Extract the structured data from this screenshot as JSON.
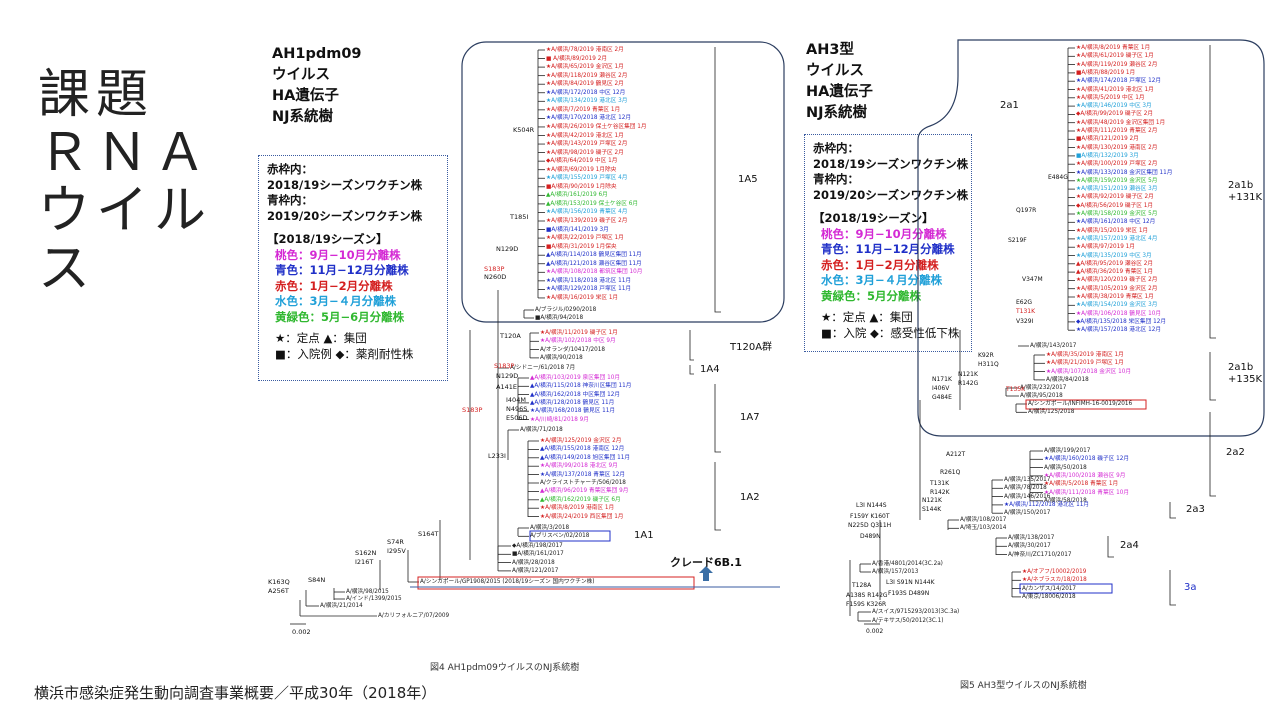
{
  "slide": {
    "title": "課題\nＲＮＡ\nウイルス",
    "source": "横浜市感染症発生動向調査事業概要／平成30年（2018年）"
  },
  "left": {
    "heading": "AH1pdm09\nウイルス\nHA遺伝子\nNJ系統樹",
    "legend": {
      "l1": "赤枠内：",
      "l2": "2018/19シーズンワクチン株",
      "l3": "青枠内：",
      "l4": "2019/20シーズンワクチン株",
      "season": "【2018/19シーズン】",
      "c1": "桃色：9月−10月分離株",
      "c2": "青色：11月−12月分離株",
      "c3": "赤色：1月−2月分離株",
      "c4": "水色：3月−４月分離株",
      "c5": "黄緑色：5月−6月分離株",
      "m1": "★：定点 ▲：集団",
      "m2": "■：入院例 ◆：薬剤耐性株"
    },
    "caption": "図4 AH1pdm09ウイルスのNJ系統樹",
    "clades": {
      "a5": "1A5",
      "t120": "T120A群",
      "a4": "1A4",
      "a7": "1A7",
      "a2": "1A2",
      "a1": "1A1",
      "clade": "クレード6B.1"
    },
    "nodes": {
      "k504r": "K504R",
      "t185i": "T185I",
      "n129d": "N129D",
      "s183p1": "S183P",
      "n260d": "N260D",
      "t120a": "T120A",
      "s183p2": "S183P",
      "s183p3": "S183P",
      "s164t": "S164T",
      "s74r": "S74R",
      "i295v": "I295V",
      "s162n": "S162N",
      "i216t": "I216T",
      "s84n": "S84N",
      "k163q": "K163Q",
      "a256t": "A256T",
      "l233i": "L233I",
      "n129d2": "N129D",
      "a141e": "A141E",
      "i404m": "I404M",
      "n496s": "N496S",
      "e506d": "E506D"
    },
    "scale": "0.002",
    "leaves": [
      {
        "t": "★A/横浜/78/2019 港南区 2月",
        "c": "#d42020"
      },
      {
        "t": "■ A/横浜/89/2019 2月",
        "c": "#d42020"
      },
      {
        "t": "★A/横浜/65/2019 金沢区 1月",
        "c": "#d42020"
      },
      {
        "t": "★A/横浜/118/2019 瀬谷区 2月",
        "c": "#d42020"
      },
      {
        "t": "★A/横浜/84/2019 鶴見区 2月",
        "c": "#d42020"
      },
      {
        "t": "★A/横浜/172/2018 中区 12月",
        "c": "#2030c8"
      },
      {
        "t": "★A/横浜/134/2019 港北区 3月",
        "c": "#20a0d8"
      },
      {
        "t": "★A/横浜/7/2019 青葉区 1月",
        "c": "#d42020"
      },
      {
        "t": "★A/横浜/170/2018 港北区 12月",
        "c": "#2030c8"
      },
      {
        "t": "★A/横浜/26/2019 保土ケ谷区集団 1月",
        "c": "#d42020"
      },
      {
        "t": "★A/横浜/42/2019 港北区 1月",
        "c": "#d42020"
      },
      {
        "t": "★A/横浜/143/2019 戸塚区 2月",
        "c": "#d42020"
      },
      {
        "t": "★A/横浜/98/2019 磯子区 2月",
        "c": "#d42020"
      },
      {
        "t": "◆A/横浜/64/2019 中区 1月",
        "c": "#d42020"
      },
      {
        "t": "★A/横浜/69/2019 1月除央",
        "c": "#d42020"
      },
      {
        "t": "★A/横浜/155/2019 戸塚区 4月",
        "c": "#20a0d8"
      },
      {
        "t": "■A/横浜/90/2019 1月除央",
        "c": "#d42020"
      },
      {
        "t": "▲A/横浜/161/2019 6月",
        "c": "#30b830"
      },
      {
        "t": "▲A/横浜/153/2019 保土ケ谷区 6月",
        "c": "#30b830"
      },
      {
        "t": "★A/横浜/156/2019 青葉区 4月",
        "c": "#20a0d8"
      },
      {
        "t": "★A/横浜/139/2019 磯子区 2月",
        "c": "#d42020"
      },
      {
        "t": "■A/横浜/141/2019 3月",
        "c": "#2030c8"
      },
      {
        "t": "★A/横浜/22/2019 戸塚区 1月",
        "c": "#d42020"
      },
      {
        "t": "■A/横浜/31/2019 1月保央",
        "c": "#d42020"
      },
      {
        "t": "▲A/横浜/114/2018 鶴見区集団 11月",
        "c": "#2030c8"
      },
      {
        "t": "▲A/横浜/121/2018 瀬谷区集団 11月",
        "c": "#2030c8"
      },
      {
        "t": "★A/横浜/108/2018 都筑区集団 10月",
        "c": "#d42ad4"
      },
      {
        "t": "★A/横浜/118/2018 港北区 11月",
        "c": "#2030c8"
      },
      {
        "t": "★A/横浜/129/2018 戸塚区 11月",
        "c": "#2030c8"
      },
      {
        "t": "★A/横浜/16/2019 栄区 1月",
        "c": "#d42020"
      },
      {
        "t": "A/ブラジル/0290/2018",
        "c": "#222"
      },
      {
        "t": "■A/横浜/94/2018",
        "c": "#222"
      },
      {
        "t": "★A/横浜/11/2019 磯子区 1月",
        "c": "#d42020"
      },
      {
        "t": "★A/横浜/102/2018 中区 9月",
        "c": "#d42ad4"
      },
      {
        "t": "A/オランダ/10417/2018",
        "c": "#222"
      },
      {
        "t": "A/横浜/90/2018",
        "c": "#222"
      },
      {
        "t": "A/シドニー/61/2018 7月",
        "c": "#222"
      },
      {
        "t": "▲A/横浜/103/2019 泉区集団 10月",
        "c": "#d42ad4"
      },
      {
        "t": "▲A/横浜/115/2018 神奈川区集団 11月",
        "c": "#2030c8"
      },
      {
        "t": "▲A/横浜/162/2018 中区集団 12月",
        "c": "#2030c8"
      },
      {
        "t": "▲A/横浜/128/2018 鶴見区 11月",
        "c": "#2030c8"
      },
      {
        "t": "★A/横浜/168/2018 鶴見区 11月",
        "c": "#2030c8"
      },
      {
        "t": "★A/川崎/81/2018 9月",
        "c": "#d42ad4"
      },
      {
        "t": "A/横浜/71/2018",
        "c": "#222"
      },
      {
        "t": "★A/横浜/125/2019 金沢区 2月",
        "c": "#d42020"
      },
      {
        "t": "▲A/横浜/155/2018 港南区 12月",
        "c": "#2030c8"
      },
      {
        "t": "▲A/横浜/149/2018 旭区集団 11月",
        "c": "#2030c8"
      },
      {
        "t": "★A/横浜/99/2018 港北区 9月",
        "c": "#d42ad4"
      },
      {
        "t": "★A/横浜/137/2018 青葉区 12月",
        "c": "#2030c8"
      },
      {
        "t": "A/クライストチャーチ/506/2018",
        "c": "#222"
      },
      {
        "t": "▲A/横浜/96/2019 青葉区集団 9月",
        "c": "#d42ad4"
      },
      {
        "t": "▲A/横浜/162/2019 磯子区 6月",
        "c": "#30b830"
      },
      {
        "t": "★A/横浜/8/2019 港南区 1月",
        "c": "#d42020"
      },
      {
        "t": "★A/横浜/24/2019 西区集団 1月",
        "c": "#d42020"
      },
      {
        "t": "A/横浜/3/2018",
        "c": "#222"
      },
      {
        "t": "A/ブリスベン/02/2018",
        "c": "#222"
      },
      {
        "t": "◆A/横浜/198/2017",
        "c": "#222"
      },
      {
        "t": "■A/横浜/161/2017",
        "c": "#222"
      },
      {
        "t": "A/横浜/28/2018",
        "c": "#222"
      },
      {
        "t": "A/横浜/121/2017",
        "c": "#222"
      },
      {
        "t": "A/シンガポール/GP1908/2015 (2018/19シーズン 国内ワクチン株)",
        "c": "#222"
      },
      {
        "t": "A/横浜/98/2015",
        "c": "#222"
      },
      {
        "t": "A/インド/1399/2015",
        "c": "#222"
      },
      {
        "t": "A/横浜/21/2014",
        "c": "#222"
      },
      {
        "t": "A/カリフォルニア/07/2009",
        "c": "#222"
      }
    ]
  },
  "right": {
    "heading": "AH3型\nウイルス\nHA遺伝子\nNJ系統樹",
    "legend": {
      "l1": "赤枠内：",
      "l2": "2018/19シーズンワクチン株",
      "l3": "青枠内：",
      "l4": "2019/20シーズンワクチン株",
      "season": "【2018/19シーズン】",
      "c1": "桃色：9月−10月分離株",
      "c2": "青色：11月−12月分離株",
      "c3": "赤色：1月−2月分離株",
      "c4": "水色：3月−４月分離株",
      "c5": "黄緑色：5月分離株",
      "m1": "★：定点 ▲：集団",
      "m2": "■：入院 ◆：感受性低下株"
    },
    "caption": "図5 AH3型ウイルスのNJ系統樹",
    "clades": {
      "a1": "2a1",
      "a1b": "2a1b\n+131K",
      "a1b135": "2a1b\n+135K",
      "a2": "2a2",
      "a3": "2a3",
      "a4": "2a4",
      "c3a": "3a"
    },
    "nodes": {
      "e484g": "E484G",
      "q197r": "Q197R",
      "s219f": "S219F",
      "v347m": "V347M",
      "e62g": "E62G",
      "t131k": "T131K",
      "v329i": "V329I",
      "k92r": "K92R",
      "h311q": "H311Q",
      "n121k": "N121K",
      "r142g": "R142G",
      "t135k": "T135K",
      "n171k": "N171K",
      "i406v": "I406V",
      "g484e": "G484E",
      "a212t": "A212T",
      "r261q": "R261Q",
      "t131k2": "T131K",
      "r142k": "R142K",
      "l3i": "L3I N144S",
      "f159y": "F159Y K160T",
      "n225d": "N225D Q311H",
      "d489n": "D489N",
      "n121k2": "N121K",
      "s144k": "S144K",
      "t128a": "T128A",
      "a138s": "A138S R142G",
      "f159s": "F159S K326R",
      "l3i2": "L3I S91N N144K",
      "f193s": "F193S D489N"
    },
    "scale": "0.002",
    "leaves": [
      {
        "t": "★A/横浜/8/2019 青葉区 1月",
        "c": "#d42020"
      },
      {
        "t": "★A/横浜/61/2019 磯子区 1月",
        "c": "#d42020"
      },
      {
        "t": "★A/横浜/119/2019 瀬谷区 2月",
        "c": "#d42020"
      },
      {
        "t": "■A/横浜/88/2019 1月",
        "c": "#d42020"
      },
      {
        "t": "★A/横浜/174/2018 戸塚区 12月",
        "c": "#2030c8"
      },
      {
        "t": "★A/横浜/41/2019 港北区 1月",
        "c": "#d42020"
      },
      {
        "t": "★A/横浜/5/2019 中区 1月",
        "c": "#d42020"
      },
      {
        "t": "★A/横浜/146/2019 中区 3月",
        "c": "#20a0d8"
      },
      {
        "t": "◆A/横浜/99/2019 磯子区 2月",
        "c": "#d42020"
      },
      {
        "t": "★A/横浜/48/2019 金沢区集団 1月",
        "c": "#d42020"
      },
      {
        "t": "★A/横浜/111/2019 青葉区 2月",
        "c": "#d42020"
      },
      {
        "t": "■A/横浜/121/2019 2月",
        "c": "#d42020"
      },
      {
        "t": "★A/横浜/130/2019 港南区 2月",
        "c": "#d42020"
      },
      {
        "t": "■A/横浜/132/2019 3月",
        "c": "#20a0d8"
      },
      {
        "t": "★A/横浜/100/2019 戸塚区 2月",
        "c": "#d42020"
      },
      {
        "t": "★A/横浜/133/2018 金沢区集団 11月",
        "c": "#2030c8"
      },
      {
        "t": "★A/横浜/159/2019 金沢区 5月",
        "c": "#30b830"
      },
      {
        "t": "★A/横浜/151/2019 瀬谷区 3月",
        "c": "#20a0d8"
      },
      {
        "t": "★A/横浜/92/2019 磯子区 2月",
        "c": "#d42020"
      },
      {
        "t": "◆A/横浜/56/2019 磯子区 1月",
        "c": "#d42020"
      },
      {
        "t": "★A/横浜/158/2019 金沢区 5月",
        "c": "#30b830"
      },
      {
        "t": "★A/横浜/161/2018 中区 12月",
        "c": "#2030c8"
      },
      {
        "t": "★A/横浜/15/2019 栄区 1月",
        "c": "#d42020"
      },
      {
        "t": "★A/横浜/157/2019 港北区 4月",
        "c": "#20a0d8"
      },
      {
        "t": "★A/横浜/97/2019 1月",
        "c": "#d42020"
      },
      {
        "t": "★A/横浜/135/2019 中区 3月",
        "c": "#20a0d8"
      },
      {
        "t": "▲A/横浜/95/2019 瀬谷区 2月",
        "c": "#d42020"
      },
      {
        "t": "▲A/横浜/36/2019 青葉区 1月",
        "c": "#d42020"
      },
      {
        "t": "★A/横浜/120/2019 磯子区 2月",
        "c": "#d42020"
      },
      {
        "t": "★A/横浜/105/2019 金沢区 2月",
        "c": "#d42020"
      },
      {
        "t": "★A/横浜/38/2019 青葉区 1月",
        "c": "#d42020"
      },
      {
        "t": "★A/横浜/154/2019 金沢区 3月",
        "c": "#20a0d8"
      },
      {
        "t": "★A/横浜/106/2018 鶴見区 10月",
        "c": "#d42ad4"
      },
      {
        "t": "◆A/横浜/135/2018 栄区集団 12月",
        "c": "#2030c8"
      },
      {
        "t": "★A/横浜/157/2018 港北区 12月",
        "c": "#2030c8"
      },
      {
        "t": "A/横浜/143/2017",
        "c": "#222"
      },
      {
        "t": "★A/横浜/35/2019 港南区 1月",
        "c": "#d42020"
      },
      {
        "t": "★A/横浜/21/2019 戸塚区 1月",
        "c": "#d42020"
      },
      {
        "t": "★A/横浜/107/2018 金沢区 10月",
        "c": "#d42ad4"
      },
      {
        "t": "A/横浜/84/2018",
        "c": "#222"
      },
      {
        "t": "A/横浜/232/2017",
        "c": "#222"
      },
      {
        "t": "A/横浜/95/2018",
        "c": "#222"
      },
      {
        "t": "A/シンガポール/INFIMH-16-0019/2016",
        "c": "#222"
      },
      {
        "t": "A/横浜/125/2018",
        "c": "#222"
      },
      {
        "t": "A/横浜/199/2017",
        "c": "#222"
      },
      {
        "t": "★A/横浜/160/2018 磯子区 12月",
        "c": "#2030c8"
      },
      {
        "t": "A/横浜/50/2018",
        "c": "#222"
      },
      {
        "t": "★A/横浜/100/2018 瀬谷区 9月",
        "c": "#d42ad4"
      },
      {
        "t": "★A/横浜/5/2018 青葉区 1月",
        "c": "#d42020"
      },
      {
        "t": "★A/横浜/111/2018 青葉区 10月",
        "c": "#d42ad4"
      },
      {
        "t": "A/横浜/58/2018",
        "c": "#222"
      },
      {
        "t": "A/横浜/135/2017",
        "c": "#222"
      },
      {
        "t": "A/横浜/78/2018",
        "c": "#222"
      },
      {
        "t": "A/横浜/146/2016",
        "c": "#222"
      },
      {
        "t": "★A/横浜/112/2018 港北区 11月",
        "c": "#2030c8"
      },
      {
        "t": "A/横浜/150/2017",
        "c": "#222"
      },
      {
        "t": "A/横浜/108/2017",
        "c": "#222"
      },
      {
        "t": "A/埼玉/103/2014",
        "c": "#222"
      },
      {
        "t": "A/横浜/138/2017",
        "c": "#222"
      },
      {
        "t": "A/横浜/30/2017",
        "c": "#222"
      },
      {
        "t": "A/神奈川/ZC1710/2017",
        "c": "#222"
      },
      {
        "t": "A/香港/4801/2014(3C.2a)",
        "c": "#222"
      },
      {
        "t": "A/横浜/157/2013",
        "c": "#222"
      },
      {
        "t": "★A/オアフ/10002/2019",
        "c": "#d42020"
      },
      {
        "t": "★A/ネブラスカ/18/2018",
        "c": "#d42020"
      },
      {
        "t": "A/カンザス/14/2017",
        "c": "#222"
      },
      {
        "t": "A/東京/18006/2018",
        "c": "#222"
      },
      {
        "t": "A/スイス/9715293/2013(3C.3a)",
        "c": "#222"
      },
      {
        "t": "A/テキサス/50/2012(3C.1)",
        "c": "#222"
      }
    ]
  }
}
